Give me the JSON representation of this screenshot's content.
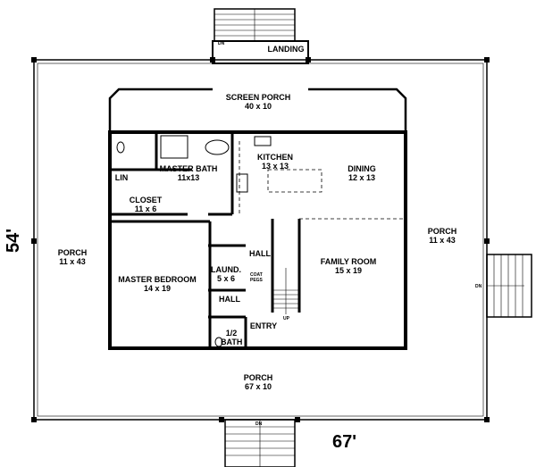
{
  "rooms": [
    {
      "name": "LANDING",
      "dims": ""
    },
    {
      "name": "SCREEN PORCH",
      "dims": "40 x 10"
    },
    {
      "name": "MASTER BATH",
      "dims": "11x13"
    },
    {
      "name": "KITCHEN",
      "dims": "13 x 13"
    },
    {
      "name": "DINING",
      "dims": "12 x 13"
    },
    {
      "name": "CLOSET",
      "dims": "11 x 6"
    },
    {
      "name": "LIN",
      "dims": ""
    },
    {
      "name": "PORCH",
      "dims": "11 x 43"
    },
    {
      "name": "PORCH",
      "dims": "11 x 43"
    },
    {
      "name": "HALL",
      "dims": ""
    },
    {
      "name": "LAUND.",
      "dims": "5 x 6"
    },
    {
      "name": "HALL",
      "dims": ""
    },
    {
      "name": "MASTER BEDROOM",
      "dims": "14 x 19"
    },
    {
      "name": "FAMILY ROOM",
      "dims": "15 x 19"
    },
    {
      "name": "1/2 BATH",
      "dims": ""
    },
    {
      "name": "ENTRY",
      "dims": ""
    },
    {
      "name": "PORCH",
      "dims": "67 x 10"
    }
  ],
  "annotations": {
    "coat_pegs": "COAT PEGS",
    "up": "UP",
    "dn_top": "DN",
    "dn_right": "DN",
    "dn_bottom": "DN"
  },
  "dimensions": {
    "depth": "54'",
    "width": "67'"
  }
}
